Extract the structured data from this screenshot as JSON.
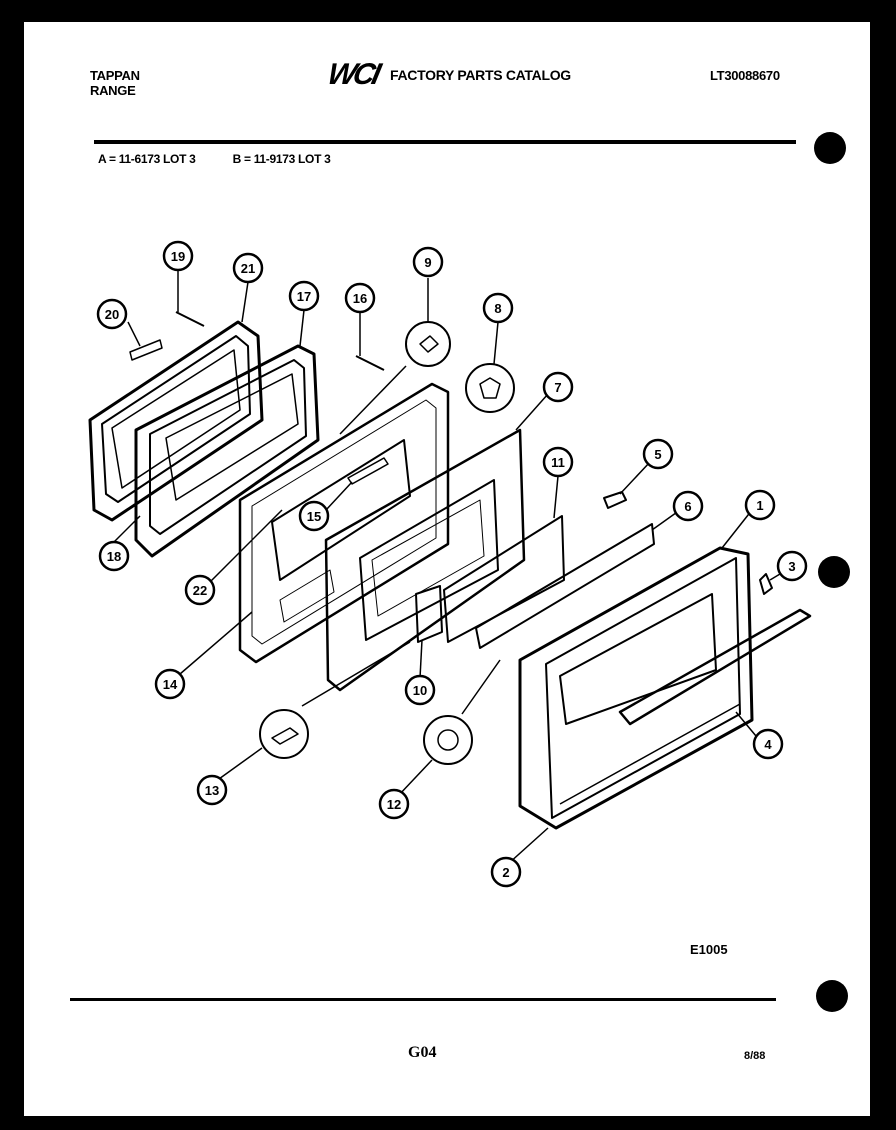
{
  "header": {
    "brand_line1": "TAPPAN",
    "brand_line2": "RANGE",
    "logo": "WCI",
    "catalog_title": "FACTORY PARTS CATALOG",
    "model_number": "LT30088670"
  },
  "lots": {
    "a": "A = 11-6173 LOT 3",
    "b": "B = 11-9173 LOT 3"
  },
  "callouts": [
    "1",
    "2",
    "3",
    "4",
    "5",
    "6",
    "7",
    "8",
    "9",
    "10",
    "11",
    "12",
    "13",
    "14",
    "15",
    "16",
    "17",
    "18",
    "19",
    "20",
    "21",
    "22"
  ],
  "footer": {
    "diagram_code": "E1005",
    "page": "G04",
    "date": "8/88"
  },
  "colors": {
    "ink": "#000000",
    "paper": "#ffffff"
  }
}
